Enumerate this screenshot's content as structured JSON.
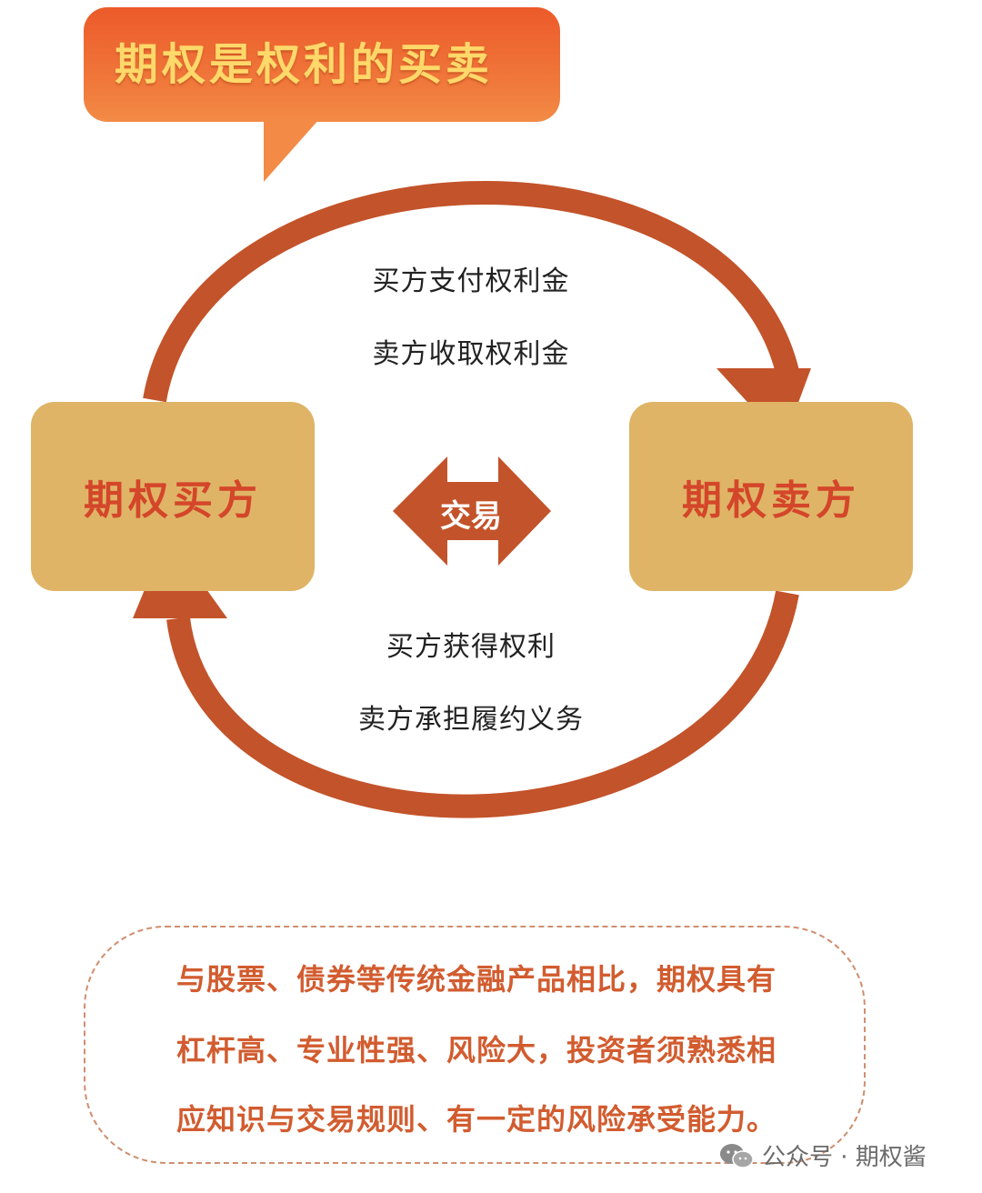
{
  "header": {
    "title": "期权是权利的买卖"
  },
  "nodes": {
    "buyer": "期权买方",
    "seller": "期权卖方"
  },
  "center": {
    "trade_label": "交易"
  },
  "top_flow": {
    "line1": "买方支付权利金",
    "line2": "卖方收取权利金"
  },
  "bottom_flow": {
    "line1": "买方获得权利",
    "line2": "卖方承担履约义务"
  },
  "note": {
    "line1": "与股票、债券等传统金融产品相比，期权具有",
    "line2": "杠杆高、专业性强、风险大，投资者须熟悉相",
    "line3": "应知识与交易规则、有一定的风险承受能力。"
  },
  "watermark": {
    "icon": "wechat-icon",
    "text": "公众号 · 期权酱"
  },
  "colors": {
    "bubble": "#ec5a2a",
    "title_text": "#ffd86a",
    "box_fill": "#dfb466",
    "box_text": "#d4462a",
    "arrow": "#c3532a",
    "note_text": "#d25c2f"
  }
}
